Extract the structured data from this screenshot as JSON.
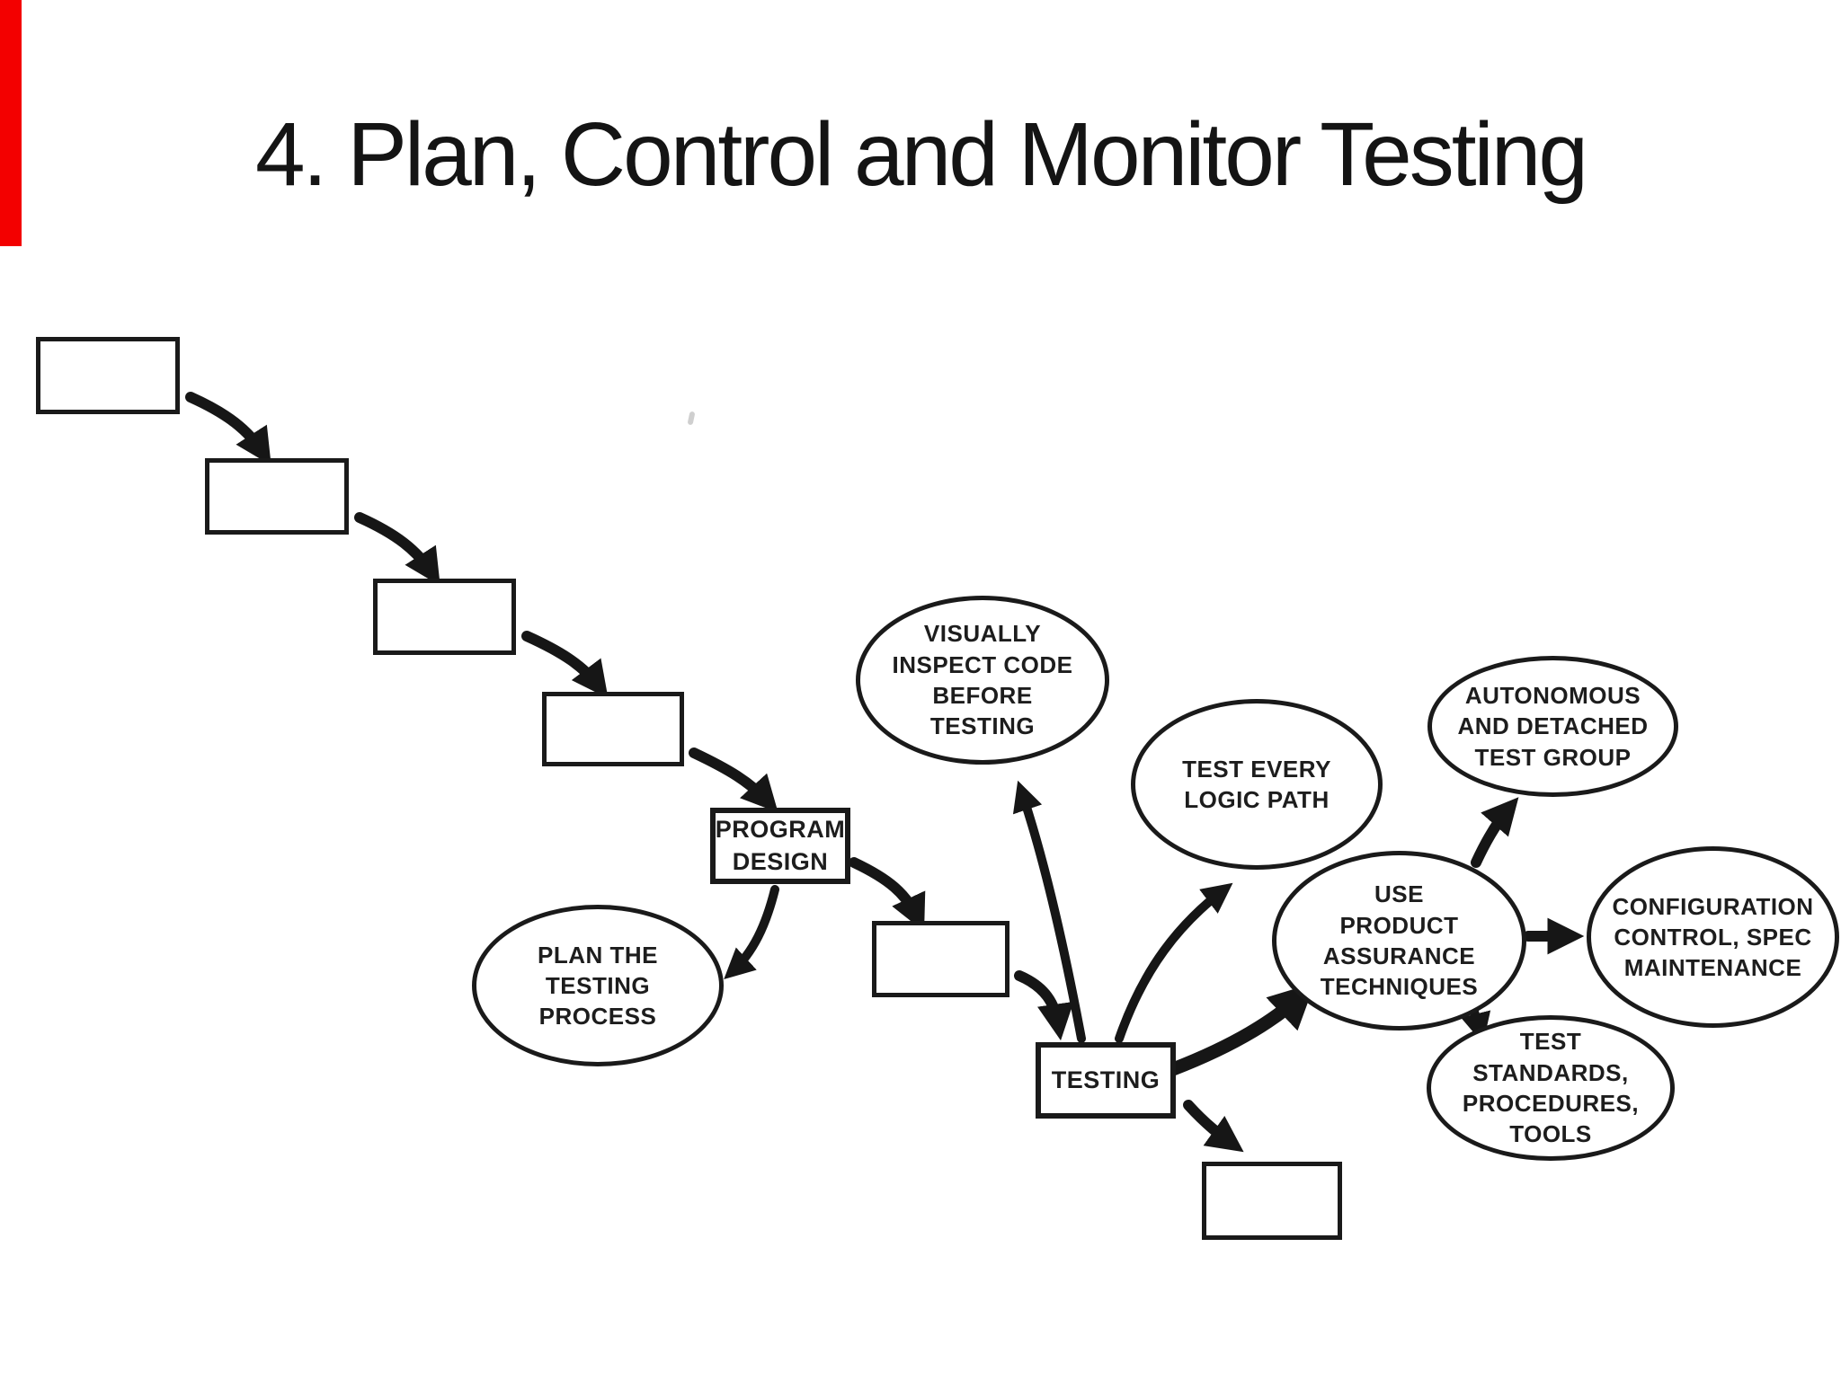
{
  "slide": {
    "title": "4. Plan, Control and Monitor Testing",
    "accent_bar_color": "#f30000",
    "background_color": "#ffffff",
    "ink_color": "#1a1a1a"
  },
  "nodes": {
    "program_design": "PROGRAM\nDESIGN",
    "testing": "TESTING",
    "plan_testing_process": "PLAN THE\nTESTING\nPROCESS",
    "visually_inspect": "VISUALLY\nINSPECT CODE\nBEFORE\nTESTING",
    "test_every_logic_path": "TEST EVERY\nLOGIC PATH",
    "autonomous_test_group": "AUTONOMOUS\nAND DETACHED\nTEST GROUP",
    "use_product_assurance": "USE\nPRODUCT\nASSURANCE\nTECHNIQUES",
    "configuration_control": "CONFIGURATION\nCONTROL, SPEC\nMAINTENANCE",
    "test_standards": "TEST\nSTANDARDS,\nPROCEDURES,\nTOOLS"
  }
}
